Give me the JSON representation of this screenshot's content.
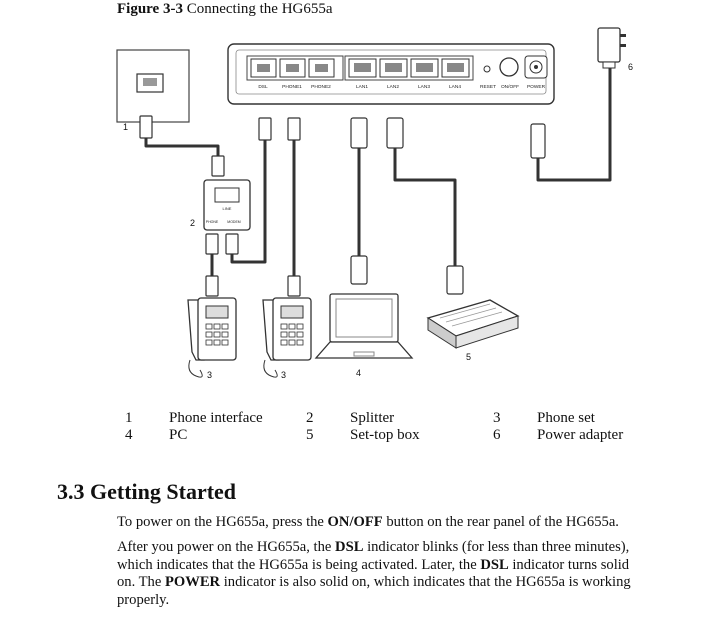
{
  "caption": {
    "label": "Figure 3-3",
    "text": "Connecting the HG655a"
  },
  "device": {
    "port_labels": [
      "DSL",
      "PHONE1",
      "PHONE2",
      "LAN1",
      "LAN2",
      "LAN3",
      "LAN4",
      "RESET",
      "ON/OFF",
      "POWER"
    ]
  },
  "splitter": {
    "port_line": "LINE",
    "port_phone": "PHONE",
    "port_modem": "MODEM"
  },
  "callouts": [
    "1",
    "2",
    "3",
    "3",
    "4",
    "5",
    "6"
  ],
  "legend": [
    [
      {
        "num": "1",
        "label": "Phone interface"
      },
      {
        "num": "2",
        "label": "Splitter"
      },
      {
        "num": "3",
        "label": "Phone set"
      }
    ],
    [
      {
        "num": "4",
        "label": "PC"
      },
      {
        "num": "5",
        "label": "Set-top box"
      },
      {
        "num": "6",
        "label": "Power adapter"
      }
    ]
  ],
  "section": {
    "title": "3.3 Getting Started"
  },
  "paragraphs": {
    "p1": {
      "t1": "To power on the HG655a, press the ",
      "b1": "ON/OFF",
      "t2": " button on the rear panel of the HG655a."
    },
    "p2": {
      "t1": "After you power on the HG655a, the ",
      "b1": "DSL",
      "t2": " indicator blinks (for less than three minutes), which indicates that the HG655a is being activated. Later, the ",
      "b2": "DSL",
      "t3": " indicator turns solid on. The ",
      "b3": "POWER",
      "t4": " indicator is also solid on, which indicates that the HG655a is working properly."
    }
  }
}
